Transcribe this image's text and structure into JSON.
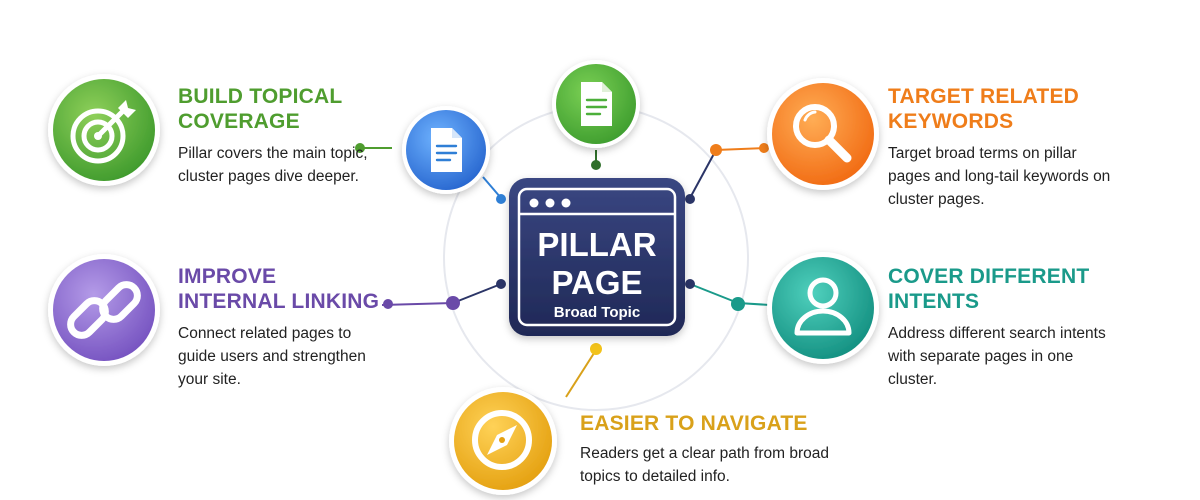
{
  "colors": {
    "green": "#4f9d2f",
    "purple": "#6a4aa8",
    "orange": "#ef7d1a",
    "teal": "#1a9a8a",
    "gold": "#d9a11a",
    "blue": "#2f7fd6",
    "navy": "#2b3567"
  },
  "pillar": {
    "title": "PILLAR PAGE",
    "subtitle": "Broad Topic",
    "icon": "browser-window-icon"
  },
  "top_nodes": [
    {
      "icon": "document-icon",
      "color": "#4caf3a"
    },
    {
      "icon": "document-icon",
      "color": "#2f7fd6"
    }
  ],
  "features": [
    {
      "id": "build",
      "title": "BUILD TOPICAL COVERAGE",
      "description": "Pillar covers the main topic, cluster pages dive deeper.",
      "icon": "target-icon",
      "color": "#4f9d2f"
    },
    {
      "id": "link",
      "title": "IMPROVE INTERNAL LINKING",
      "description": "Connect related pages to guide users and strengthen your site.",
      "icon": "chain-link-icon",
      "color": "#6a4aa8"
    },
    {
      "id": "target",
      "title": "TARGET RELATED KEYWORDS",
      "description": "Target broad terms on pillar pages and long-tail keywords on cluster pages.",
      "icon": "magnifier-icon",
      "color": "#ef7d1a"
    },
    {
      "id": "intents",
      "title": "COVER DIFFERENT INTENTS",
      "description": "Address different search intents with separate pages in one cluster.",
      "icon": "user-icon",
      "color": "#1a9a8a"
    },
    {
      "id": "nav",
      "title": "EASIER TO NAVIGATE",
      "description": "Readers get a clear path from broad topics to detailed info.",
      "icon": "compass-icon",
      "color": "#d9a11a"
    }
  ]
}
